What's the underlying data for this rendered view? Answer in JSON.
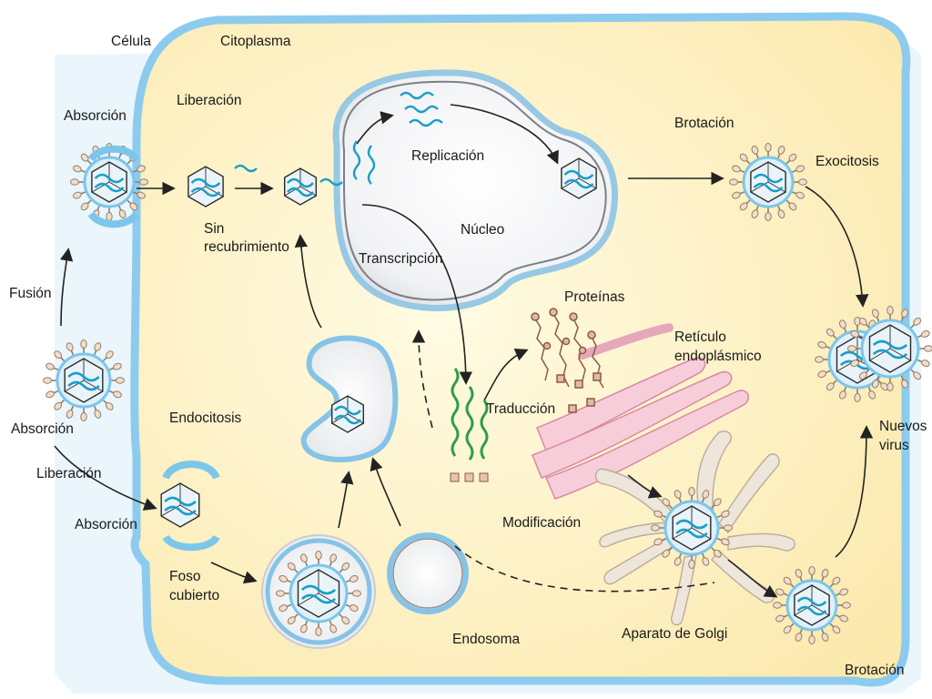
{
  "labels": {
    "celula": "Célula",
    "citoplasma": "Citoplasma",
    "absorcion_top": "Absorción",
    "liberacion_top": "Liberación",
    "sin_recubrimiento_1": "Sin",
    "sin_recubrimiento_2": "recubrimiento",
    "replicacion": "Replicación",
    "nucleo": "Núcleo",
    "transcripcion": "Transcripción",
    "brotacion_top": "Brotación",
    "exocitosis": "Exocitosis",
    "fusion": "Fusión",
    "absorcion_left": "Absorción",
    "liberacion_left": "Liberación",
    "absorcion_bottom": "Absorción",
    "endocitosis": "Endocitosis",
    "proteinas": "Proteínas",
    "reticulo_1": "Retículo",
    "reticulo_2": "endoplásmico",
    "traduccion": "Traducción",
    "modificacion": "Modificación",
    "nuevos_virus_1": "Nuevos",
    "nuevos_virus_2": "virus",
    "foso_cubierto_1": "Foso",
    "foso_cubierto_2": "cubierto",
    "endosoma": "Endosoma",
    "aparato_golgi": "Aparato de Golgi",
    "brotacion_bottom": "Brotación"
  },
  "colors": {
    "cytoplasm": "#fdf3c8",
    "membrane": "#7cc6ea",
    "membrane_edge": "#5aa9d6",
    "virus_core": "#1a9ec9",
    "mrna": "#2e9e49",
    "er": "#f4c4d2",
    "golgi": "#ece4d9"
  }
}
